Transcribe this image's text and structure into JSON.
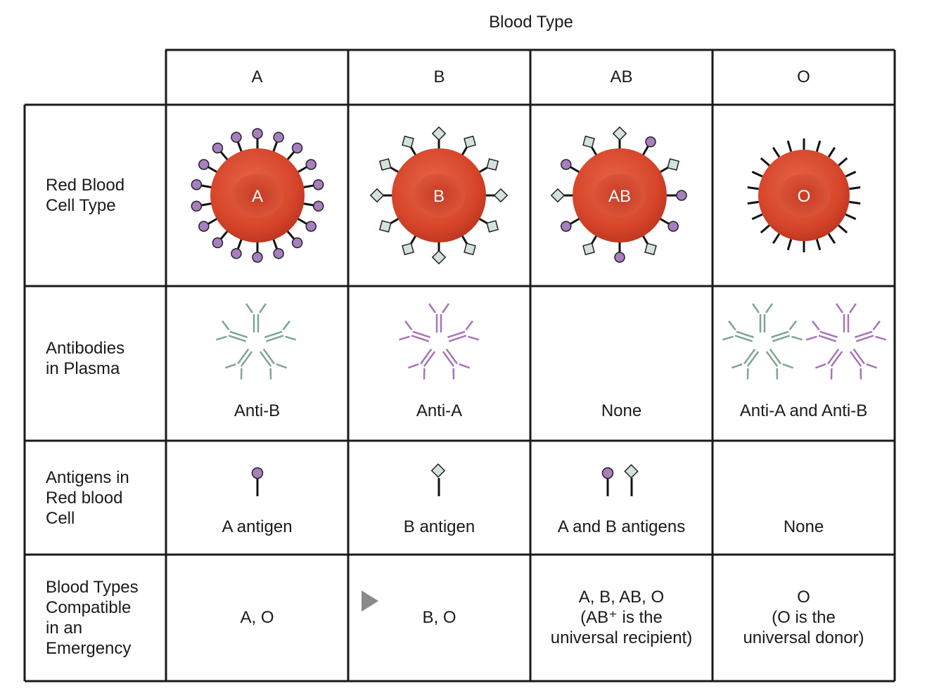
{
  "title": "Blood Type",
  "columns": [
    "A",
    "B",
    "AB",
    "O"
  ],
  "rows": {
    "rbc": {
      "label": "Red Blood\nCell Type",
      "cell_labels": [
        "A",
        "B",
        "AB",
        "O"
      ]
    },
    "antibodies": {
      "label": "Antibodies\nin Plasma",
      "values": [
        "Anti-B",
        "Anti-A",
        "None",
        "Anti-A and Anti-B"
      ]
    },
    "antigens": {
      "label": "Antigens in\nRed blood\nCell",
      "values": [
        "A antigen",
        "B antigen",
        "A and B antigens",
        "None"
      ]
    },
    "compatible": {
      "label": "Blood Types\nCompatible\nin an\nEmergency",
      "values": [
        "A, O",
        "B, O",
        "A, B, AB, O\n(AB⁺ is the\nuniversal recipient)",
        "O\n(O is the\nuniversal donor)"
      ]
    }
  },
  "colors": {
    "cell_red": "#d6452a",
    "antigen_a": "#a77fbf",
    "antigen_b": "#d4e2dc",
    "antibody_anti_b": "#7fa593",
    "antibody_anti_a": "#a774b8",
    "grid": "#1a1a1a"
  },
  "icons": {
    "antigen_a": "circle-on-stalk-icon",
    "antigen_b": "diamond-on-stalk-icon",
    "antibody": "y-shaped-antibody-icon",
    "cursor": "mouse-pointer-icon"
  }
}
